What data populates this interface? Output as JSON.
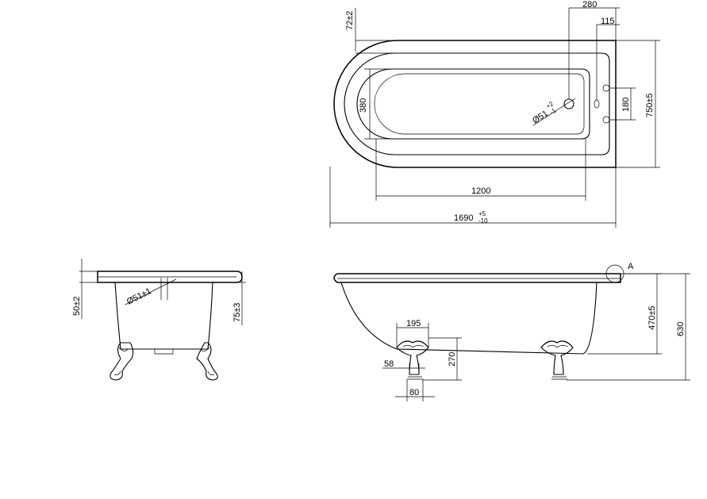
{
  "plan_view": {
    "dim_overall_length": "1690",
    "dim_overall_length_tol_upper": "+5",
    "dim_overall_length_tol_lower": "-10",
    "dim_inner_length": "1200",
    "dim_width": "750±5",
    "dim_inner_width": "380",
    "dim_tap_spacing": "180",
    "dim_rim_edge": "72±2",
    "dim_waste_offset": "280",
    "dim_tap_offset": "115",
    "dim_waste_diameter": "Ø51",
    "dim_waste_tol_upper": "+2",
    "dim_waste_tol_lower": "-1"
  },
  "end_view": {
    "dim_rim_height": "50±2",
    "dim_depth": "75±3",
    "dim_waste_diameter": "Ø51±1"
  },
  "side_view": {
    "detail_label": "A",
    "dim_foot_width": "195",
    "dim_foot_height": "270",
    "dim_foot_offset": "58",
    "dim_foot_base": "80",
    "dim_inner_depth": "470±5",
    "dim_total_height": "630"
  }
}
